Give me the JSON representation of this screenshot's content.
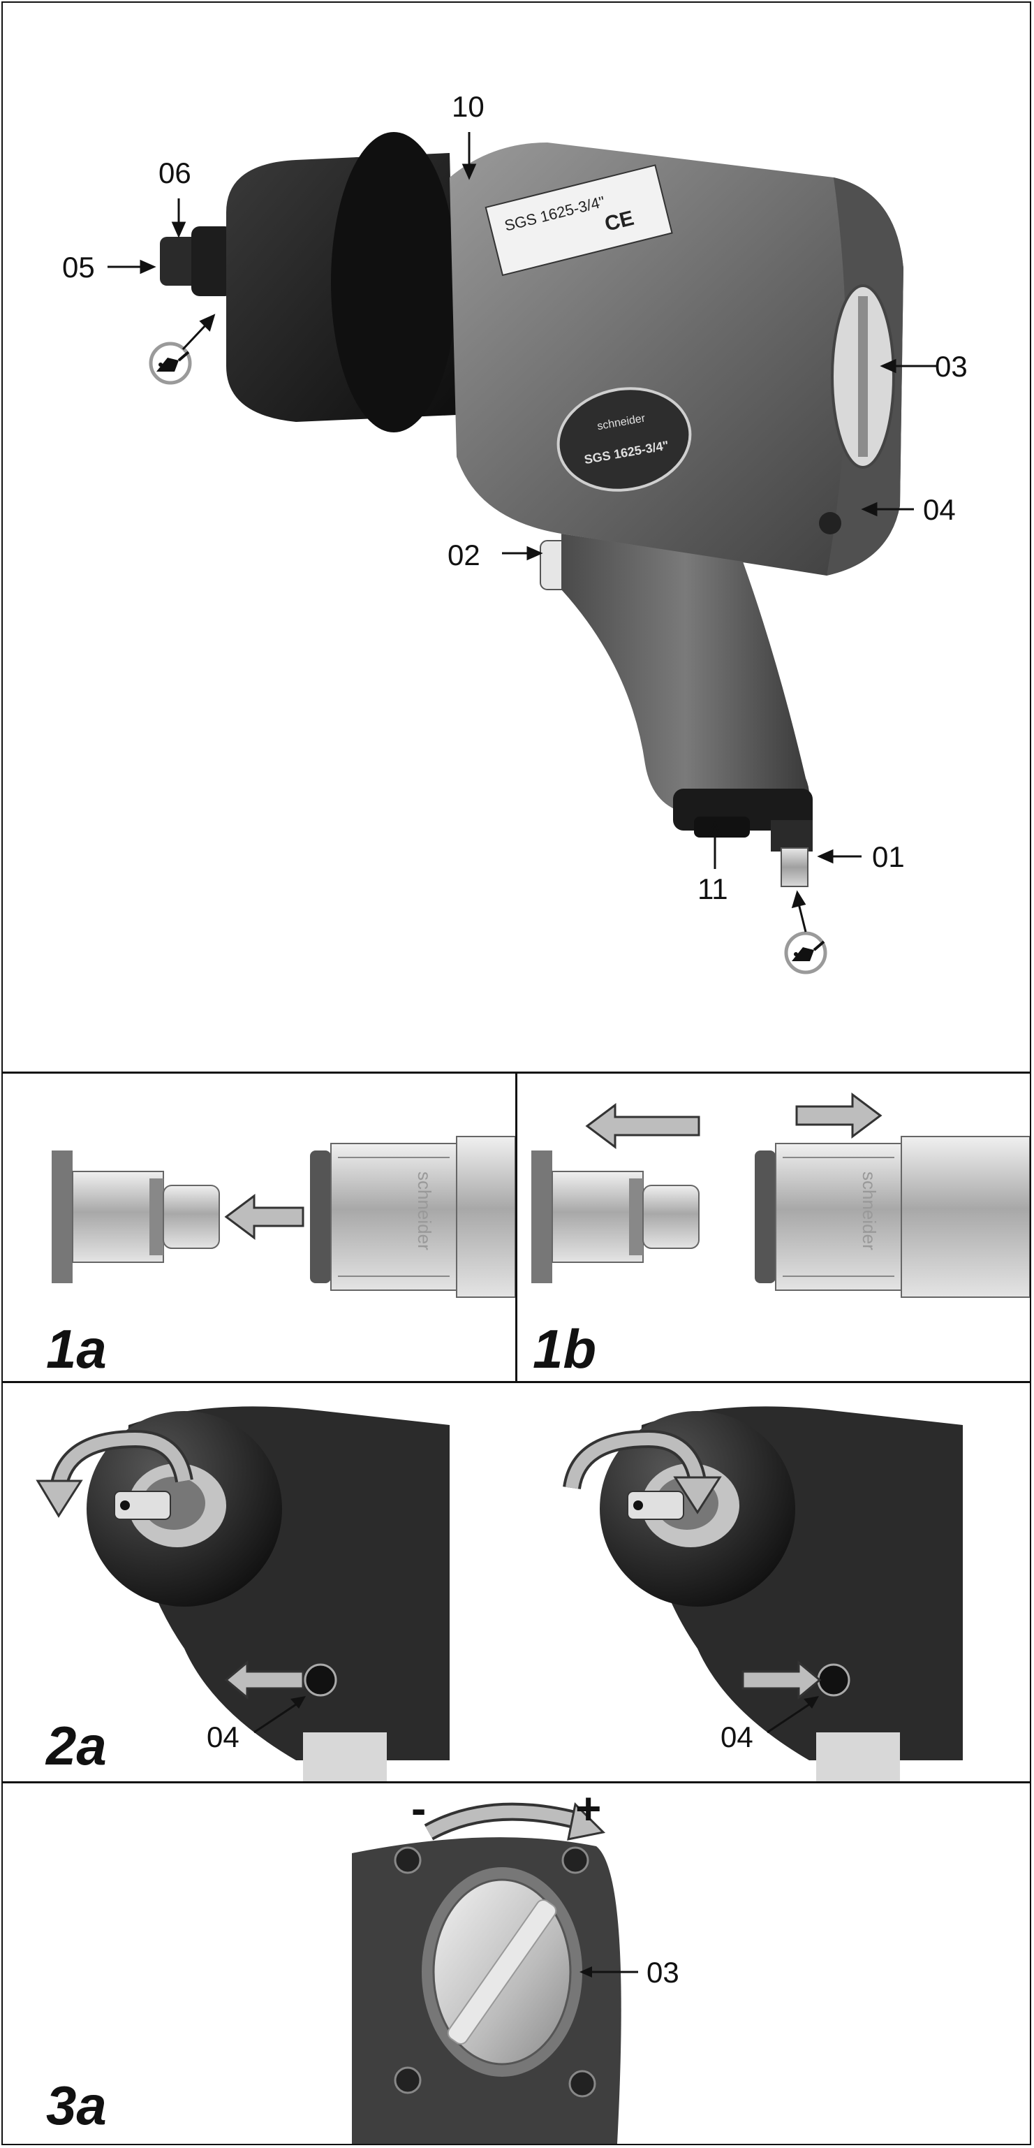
{
  "callouts": {
    "c10": "10",
    "c06": "06",
    "c05": "05",
    "c03": "03",
    "c04": "04",
    "c02": "02",
    "c01": "01",
    "c11": "11",
    "c04_2a_left": "04",
    "c04_2a_right": "04",
    "c03_3a": "03"
  },
  "figure_labels": {
    "f1a": "1a",
    "f1b": "1b",
    "f2a": "2a",
    "f3a": "3a"
  },
  "product_label": {
    "badge_line1": "SGS 1625-3/4\"",
    "brand": "schneider",
    "rating_text": "SGS 1625-3/4\"",
    "ce_mark": "CE"
  },
  "coupling_text": "schneider",
  "adjust_signs": {
    "minus": "-",
    "plus": "+"
  },
  "icons": {
    "lubrication": "oil-can-icon",
    "arrow": "arrow-icon",
    "rotation": "rotation-arrow-icon"
  },
  "colors": {
    "body_grey": "#6f6f6f",
    "dark": "#1b1b1b",
    "metal": "#c8c8c8",
    "arrow_fill": "#bdbdbd"
  }
}
